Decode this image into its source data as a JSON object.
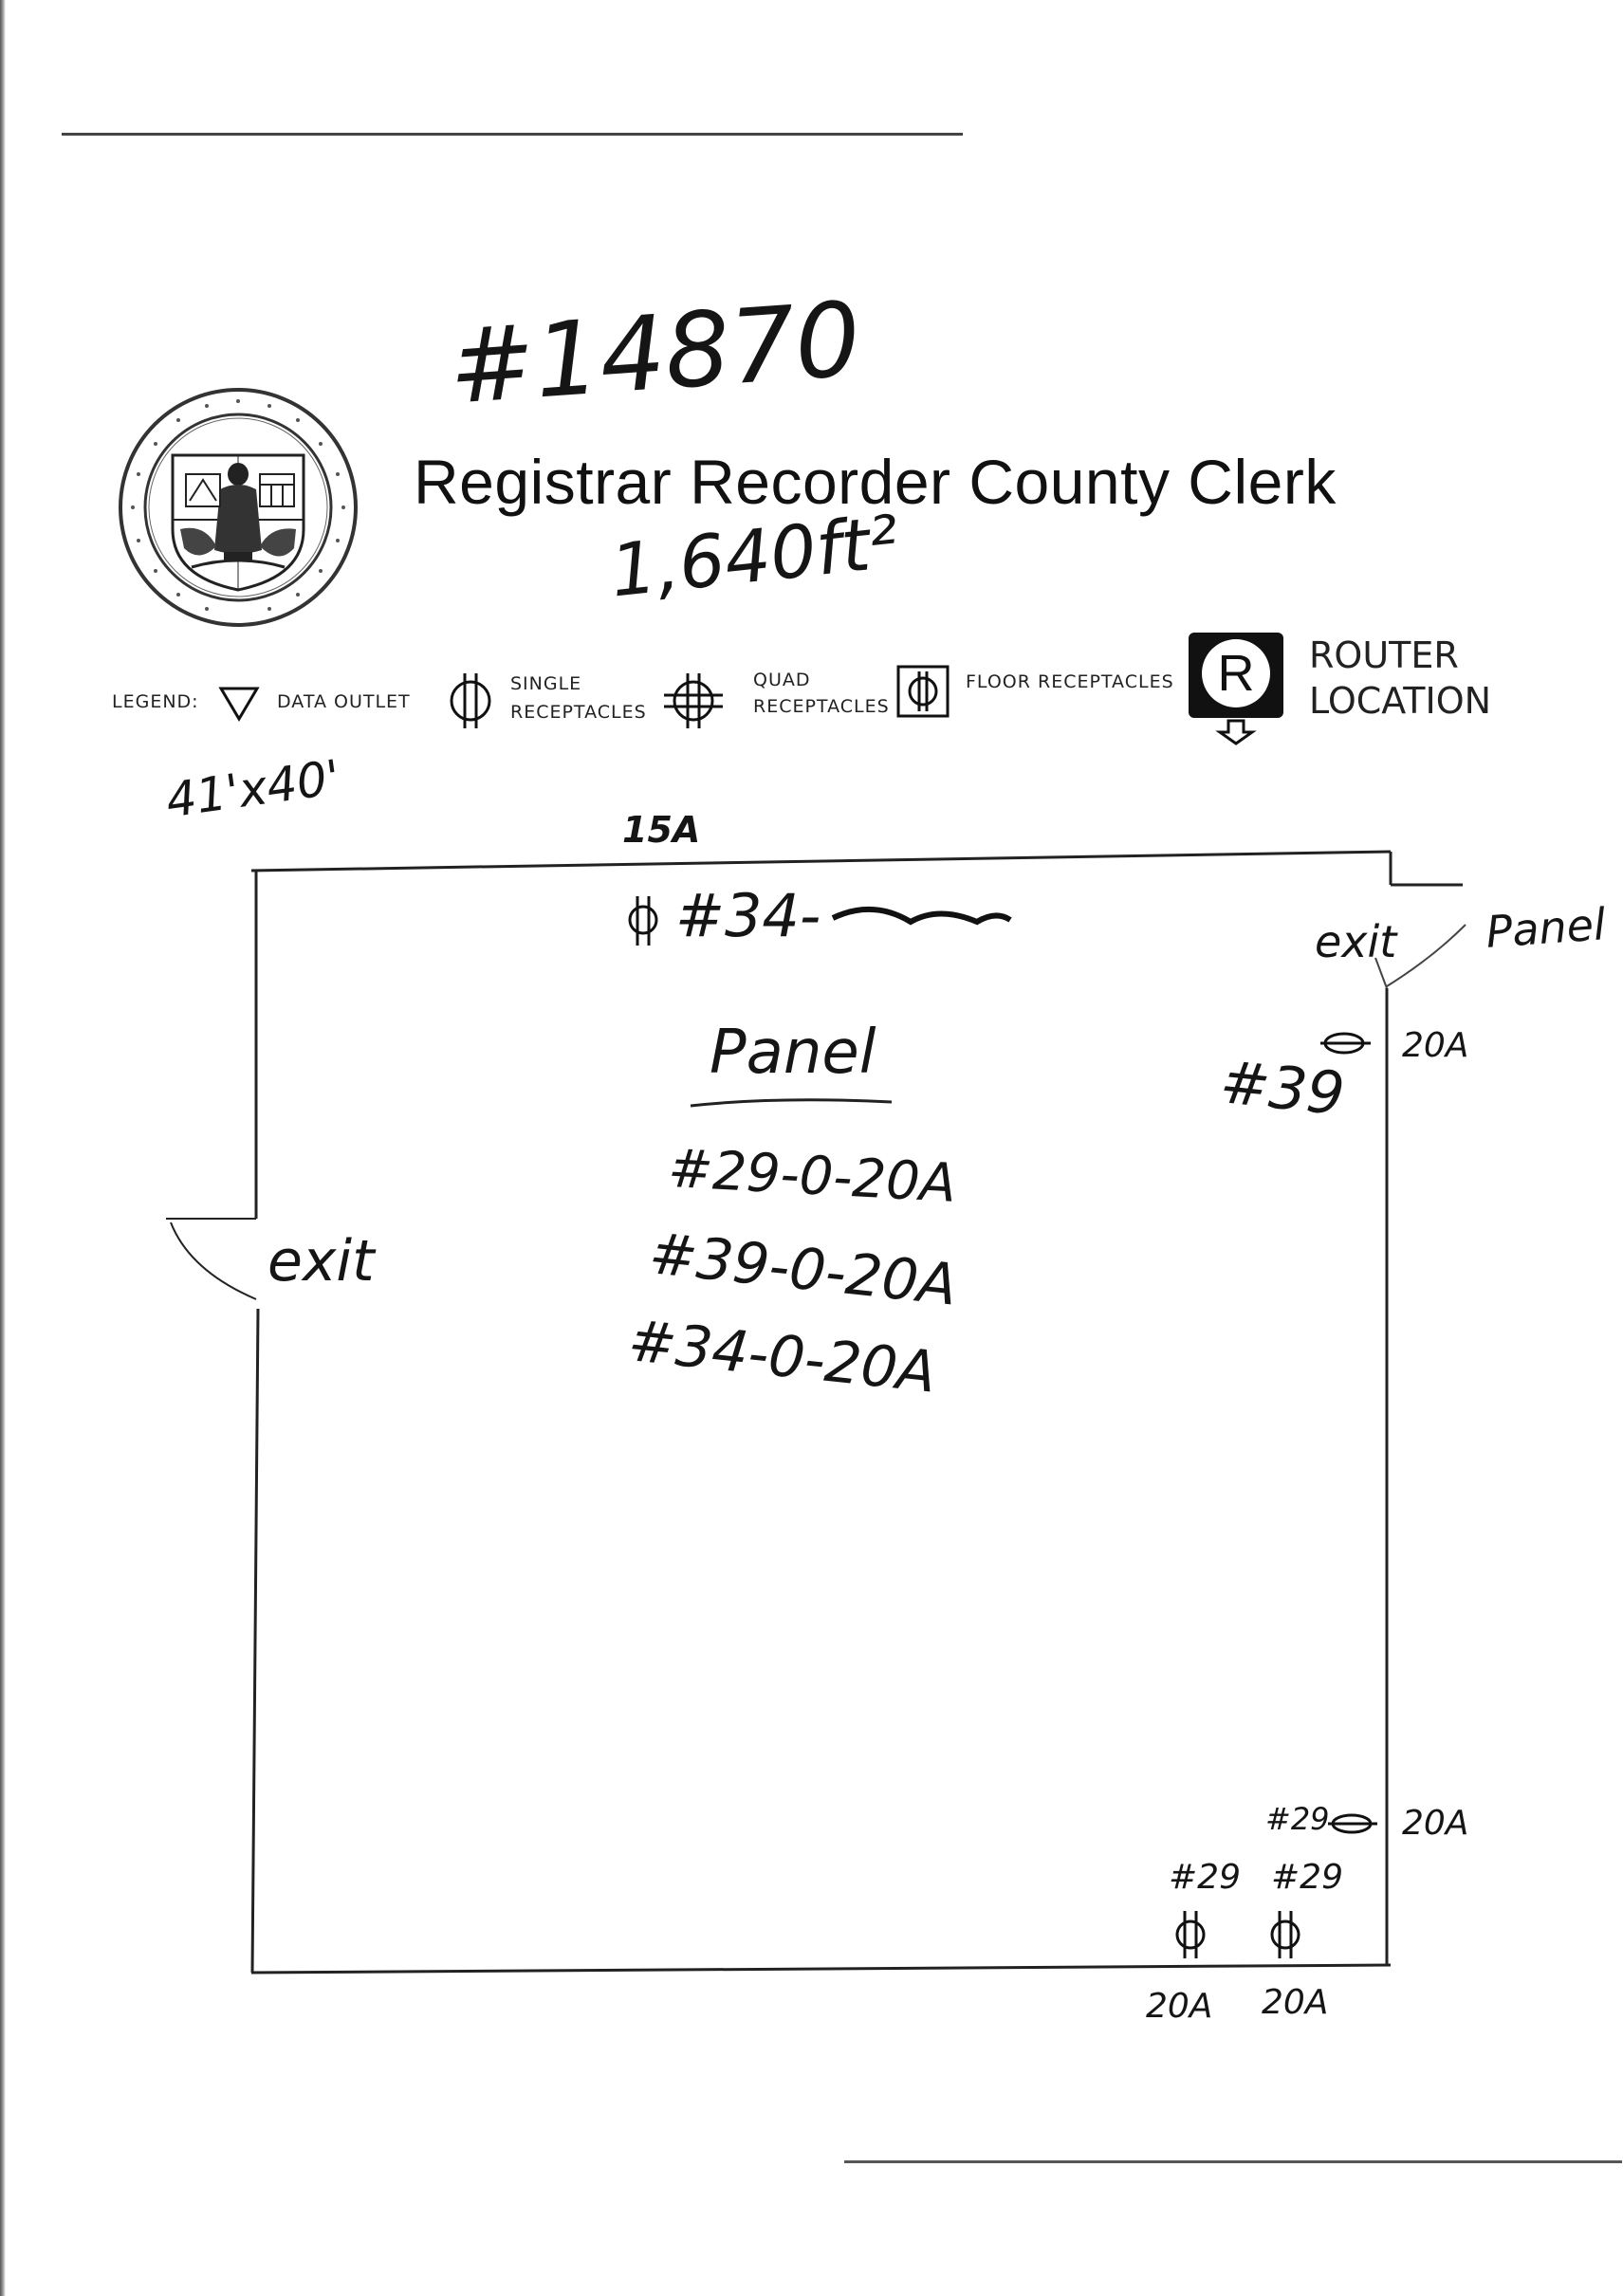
{
  "header": {
    "handwritten_number": "#14870",
    "title": "Registrar Recorder County Clerk",
    "area": "1,640ft²"
  },
  "seal": {
    "icon": "county-seal-icon"
  },
  "legend": {
    "label": "LEGEND:",
    "items": [
      {
        "icon": "data-outlet-triangle-icon",
        "label": "DATA OUTLET"
      },
      {
        "icon": "single-receptacle-icon",
        "label_line1": "SINGLE",
        "label_line2": "RECEPTACLES"
      },
      {
        "icon": "quad-receptacle-icon",
        "label_line1": "QUAD",
        "label_line2": "RECEPTACLES"
      },
      {
        "icon": "floor-receptacle-icon",
        "label": "FLOOR RECEPTACLES"
      },
      {
        "icon": "router-r-icon",
        "label_line1": "ROUTER",
        "label_line2": "LOCATION"
      }
    ]
  },
  "annotations": {
    "dimensions": "41'x40'",
    "top_amp": "15A",
    "top_receptacle": "#34-",
    "panel_heading": "Panel",
    "panel_lines": [
      "#29-0-20A",
      "#39-0-20A",
      "#34-0-20A"
    ],
    "exit_left": "exit",
    "exit_right": "exit",
    "panel_right": "Panel",
    "right_circuit": "#39",
    "right_amp": "20A",
    "bottom_right_circuit": "#29",
    "bottom_right_amp": "20A",
    "bottom_circuit_a": "#29",
    "bottom_circuit_b": "#29",
    "bottom_amp_a": "20A",
    "bottom_amp_b": "20A"
  },
  "colors": {
    "ink": "#151515",
    "line": "#222222",
    "paper": "#ffffff"
  }
}
